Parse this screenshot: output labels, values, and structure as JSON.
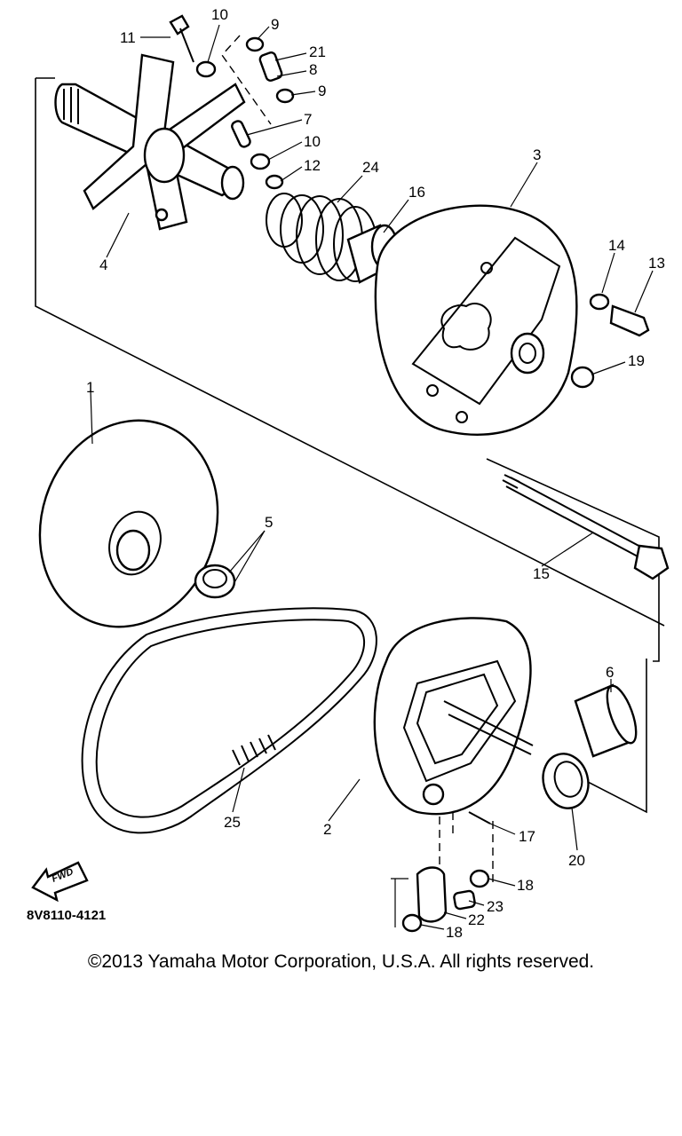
{
  "diagram": {
    "part_numbers": [
      "1",
      "2",
      "3",
      "4",
      "5",
      "6",
      "7",
      "8",
      "9",
      "9",
      "10",
      "10",
      "11",
      "12",
      "13",
      "14",
      "15",
      "16",
      "17",
      "18",
      "18",
      "19",
      "20",
      "21",
      "22",
      "23",
      "24",
      "25"
    ],
    "drawing_code": "8V8110-4121",
    "fwd_label": "FWD"
  },
  "footer": {
    "copyright": "©2013 Yamaha Motor Corporation, U.S.A. All rights reserved."
  }
}
